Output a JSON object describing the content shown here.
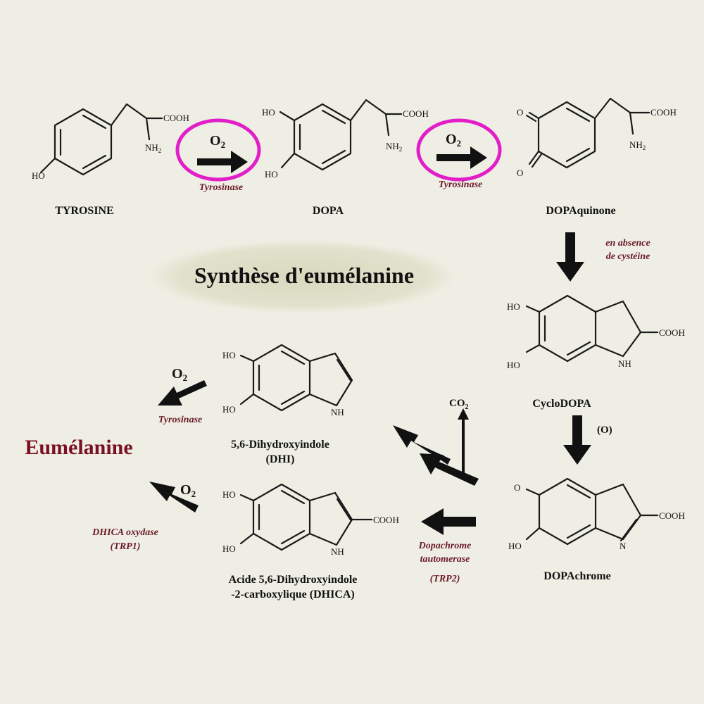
{
  "title": "Synthèse d'eumélanine",
  "product": "Eumélanine",
  "molecules": {
    "tyrosine": {
      "name": "TYROSINE",
      "groups": [
        "COOH",
        "NH2",
        "HO"
      ]
    },
    "dopa": {
      "name": "DOPA",
      "groups": [
        "COOH",
        "NH2",
        "HO",
        "HO"
      ]
    },
    "dopaquinone": {
      "name": "DOPAquinone",
      "groups": [
        "O",
        "O",
        "COOH",
        "NH2"
      ]
    },
    "cyclodopa": {
      "name": "CycloDOPA",
      "groups": [
        "HO",
        "HO",
        "COOH",
        "NH"
      ]
    },
    "dopachrome": {
      "name": "DOPAchrome",
      "groups": [
        "O",
        "HO",
        "COOH",
        "N"
      ]
    },
    "dhi": {
      "name_line1": "5,6-Dihydroxyindole",
      "name_line2": "(DHI)",
      "groups": [
        "HO",
        "HO",
        "NH"
      ]
    },
    "dhica": {
      "name_line1": "Acide 5,6-Dihydroxyindole",
      "name_line2": "-2-carboxylique (DHICA)",
      "groups": [
        "HO",
        "HO",
        "COOH",
        "NH"
      ]
    }
  },
  "reagents": {
    "o2": "O2",
    "oxidation": "(O)",
    "co2": "CO2"
  },
  "enzymes": {
    "tyrosinase": "Tyrosinase",
    "absence_line1": "en absence",
    "absence_line2": "de cystéine",
    "tautomerase_line1": "Dopachrome",
    "tautomerase_line2": "tautomerase",
    "tautomerase_line3": "(TRP2)",
    "dhica_oxydase_line1": "DHICA oxydase",
    "dhica_oxydase_line2": "(TRP1)"
  },
  "colors": {
    "background": "#efeee4",
    "highlight_circle": "#e11ec8",
    "enzyme_text": "#6b1a2a",
    "product_text": "#7a1022",
    "title_ellipse": "#deddc7"
  }
}
